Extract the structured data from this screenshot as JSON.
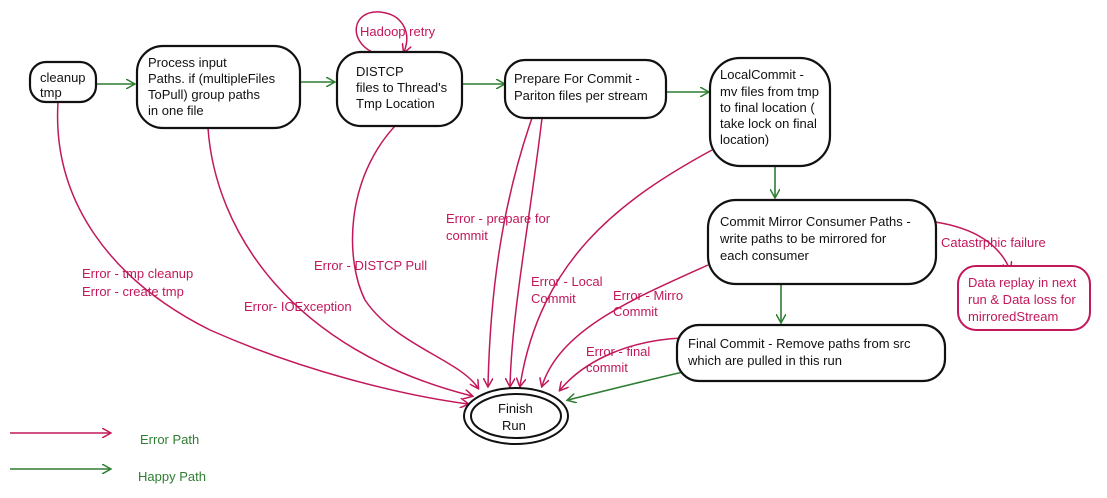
{
  "colors": {
    "error": "#c2185b",
    "happy": "#2e7d32",
    "ink": "#111111"
  },
  "nodes": {
    "cleanup": {
      "lines": [
        "cleanup",
        "tmp"
      ]
    },
    "process": {
      "lines": [
        "Process input",
        "Paths. if (multipleFiles",
        "ToPull) group paths",
        "in one file"
      ]
    },
    "distcp": {
      "lines": [
        "DISTCP",
        "files to Thread's",
        "Tmp Location"
      ]
    },
    "prepare": {
      "lines": [
        "Prepare For Commit -",
        "Pariton files per stream"
      ]
    },
    "local": {
      "lines": [
        "LocalCommit -",
        "mv files from tmp",
        "to final location (",
        "take lock on final",
        "location)"
      ]
    },
    "mirror": {
      "lines": [
        "Commit Mirror Consumer Paths -",
        "write paths to be mirrored for",
        "each consumer"
      ]
    },
    "final": {
      "lines": [
        "Final Commit - Remove paths from src",
        "which are pulled in this run"
      ]
    },
    "replay": {
      "lines": [
        "Data replay in next",
        "run & Data loss for",
        "mirroredStream"
      ]
    },
    "finish": {
      "lines": [
        "Finish",
        "Run"
      ]
    }
  },
  "errors": {
    "hadoop_retry": "Hadoop retry",
    "tmp_cleanup": [
      "Error - tmp cleanup",
      "Error - create tmp"
    ],
    "ioexception": "Error- IOException",
    "distcp_pull": "Error - DISTCP Pull",
    "prepare": [
      "Error - prepare for",
      "commit"
    ],
    "local": [
      "Error - Local",
      "Commit"
    ],
    "mirror": [
      "Error - Mirro",
      "Commit"
    ],
    "final": [
      "Error - final",
      "commit"
    ],
    "catastrophic": "Catastrphic failure"
  },
  "legend": {
    "error_path": "Error Path",
    "happy_path": "Happy Path"
  }
}
